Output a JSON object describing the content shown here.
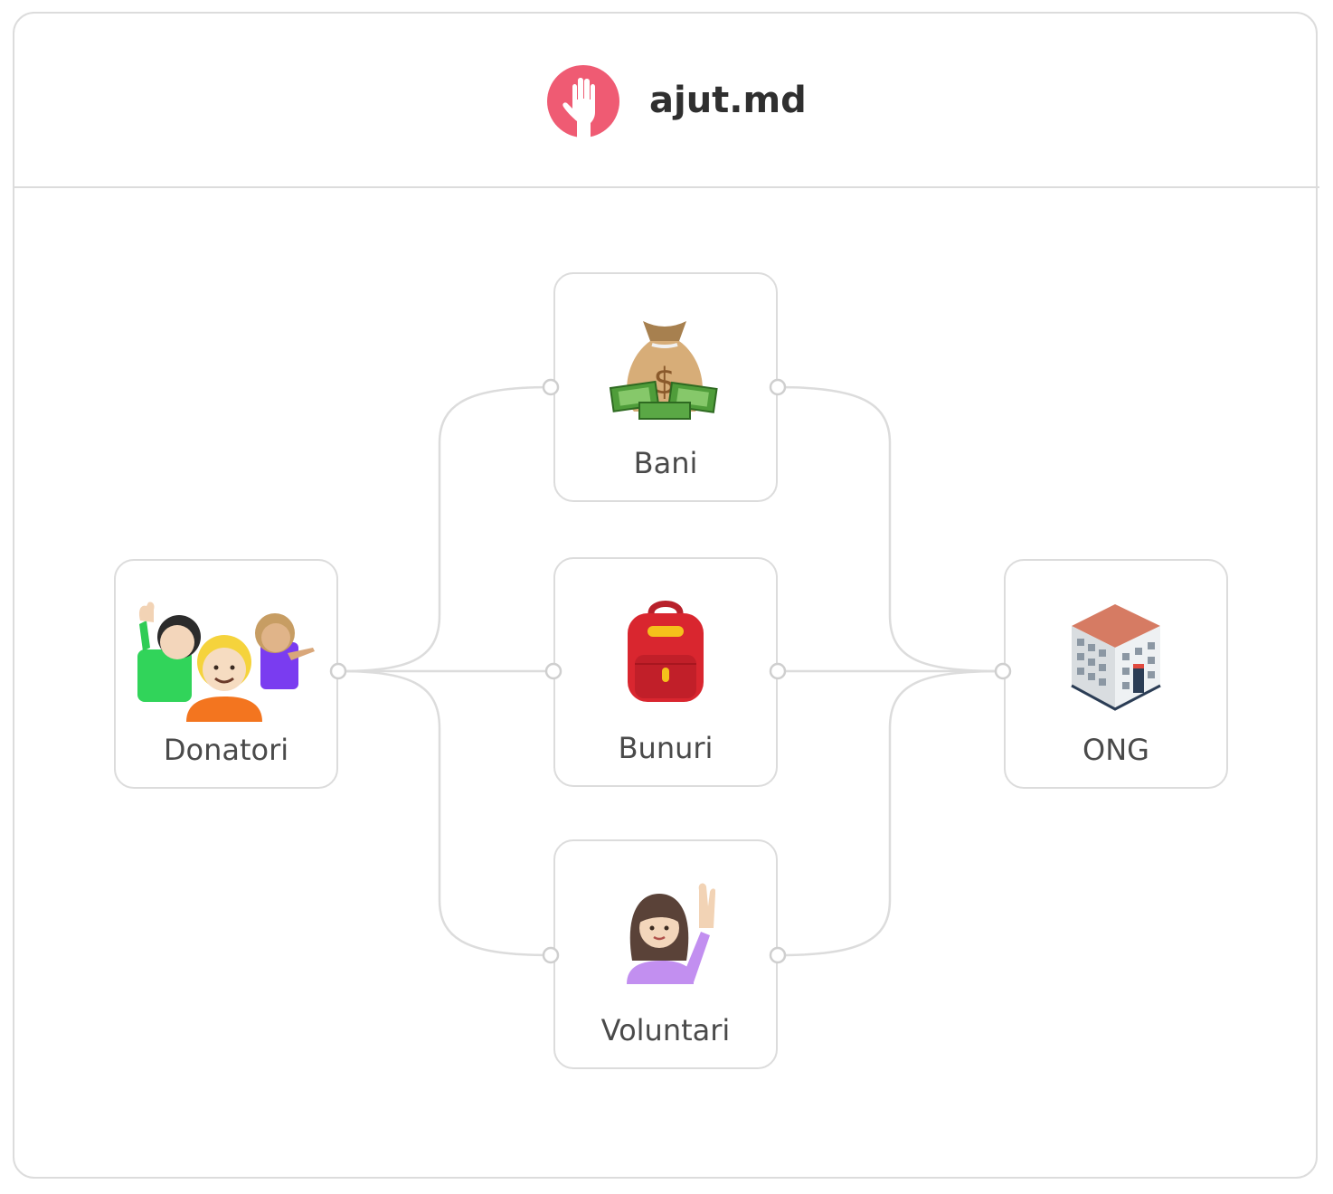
{
  "header": {
    "brand": "ajut.md",
    "logo_icon": "raised-hand-icon",
    "logo_color": "#ef5b73"
  },
  "nodes": {
    "donatori": {
      "label": "Donatori",
      "icon": "people-group-icon"
    },
    "bani": {
      "label": "Bani",
      "icon": "money-bag-icon"
    },
    "bunuri": {
      "label": "Bunuri",
      "icon": "backpack-icon"
    },
    "voluntari": {
      "label": "Voluntari",
      "icon": "woman-raising-hand-icon"
    },
    "ong": {
      "label": "ONG",
      "icon": "office-building-icon"
    }
  },
  "edges": [
    {
      "from": "donatori",
      "to": "bani"
    },
    {
      "from": "donatori",
      "to": "bunuri"
    },
    {
      "from": "donatori",
      "to": "voluntari"
    },
    {
      "from": "bani",
      "to": "ong"
    },
    {
      "from": "bunuri",
      "to": "ong"
    },
    {
      "from": "voluntari",
      "to": "ong"
    }
  ],
  "colors": {
    "border": "#dcdcdc",
    "text": "#4a4a4a",
    "brand_text": "#2f2f2f"
  }
}
